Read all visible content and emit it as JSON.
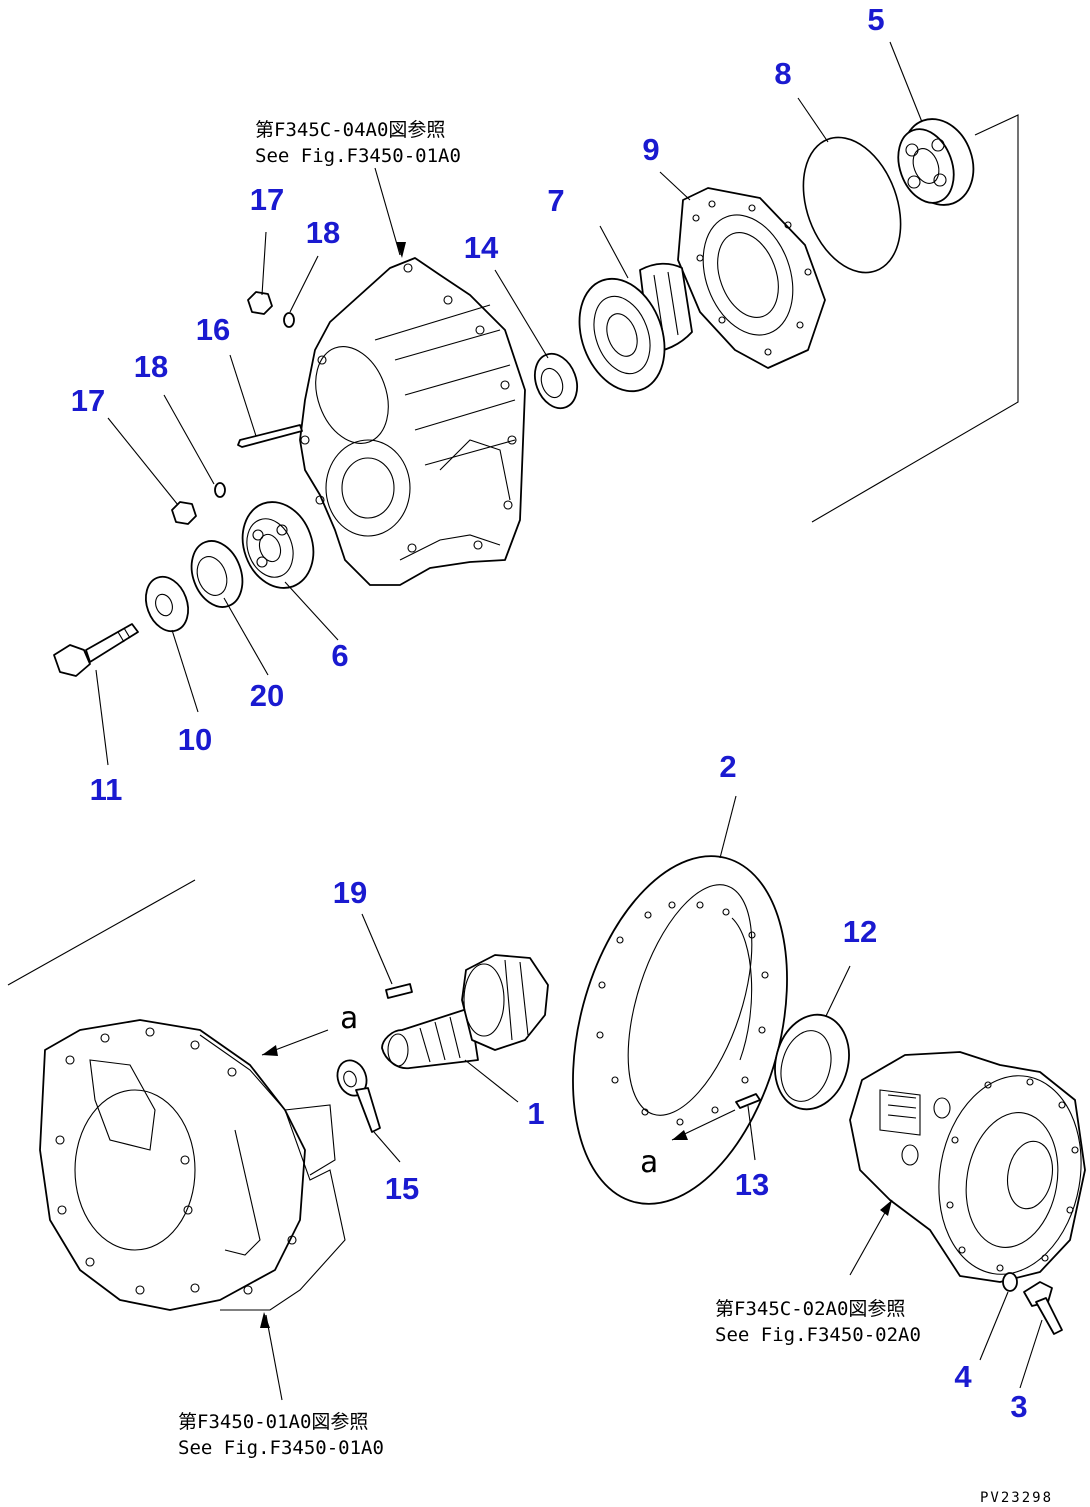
{
  "callouts": {
    "c1": "1",
    "c2": "2",
    "c3": "3",
    "c4": "4",
    "c5": "5",
    "c6": "6",
    "c7": "7",
    "c8": "8",
    "c9": "9",
    "c10": "10",
    "c11": "11",
    "c12": "12",
    "c13": "13",
    "c14": "14",
    "c15": "15",
    "c16": "16",
    "c17a": "17",
    "c17b": "17",
    "c18a": "18",
    "c18b": "18",
    "c19": "19",
    "c20": "20"
  },
  "references": {
    "top_jp": "第F345C-04A0図参照",
    "top_en": "See Fig.F3450-01A0",
    "right_jp": "第F345C-02A0図参照",
    "right_en": "See Fig.F3450-02A0",
    "bottom_jp": "第F3450-01A0図参照",
    "bottom_en": "See Fig.F3450-01A0"
  },
  "markers": {
    "a_upper": "a",
    "a_lower": "a"
  },
  "drawing_code": "PV23298",
  "colors": {
    "callout": "#1a1ad0",
    "line": "#000000",
    "background": "#ffffff"
  }
}
